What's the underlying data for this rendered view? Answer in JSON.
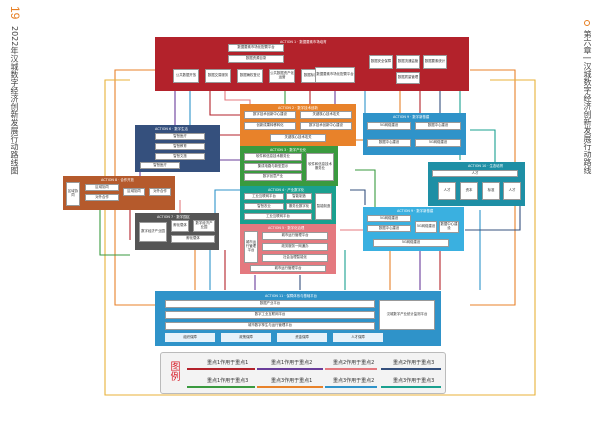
{
  "page": {
    "left_spine": "2022年汉城数字经济创新发展行动路线图",
    "page_number": "19",
    "right_spine": "第六章 | 汉城数字经济创新发展行动路线",
    "page_number_color": "#e67e22"
  },
  "colors": {
    "red": "#b3222b",
    "orange": "#e8822a",
    "green": "#3a9a3f",
    "teal": "#1aa08f",
    "pink": "#e4797f",
    "navy": "#35507d",
    "gray": "#555555",
    "blue": "#2f93c9",
    "ltblue": "#3ab0e0",
    "tan": "#b55a2c",
    "purple": "#6a3d9a"
  },
  "boxes": {
    "red_header": "ACTION 1 · 数据要素市场培育",
    "red_center_box": "数据要素市场化配置平台",
    "red_bottom_boxes": [
      "数据资源目录",
      "公共数据开放",
      "数据交易服务",
      "数据确权登记",
      "公共数据资产化运营",
      "数据标注产业"
    ],
    "red_right_boxes": [
      "数据安全保障",
      "数据流通监管",
      "数据要素统计",
      "数据质量管理"
    ],
    "orange_header": "ACTION 2 · 数字技术创新",
    "orange_rows": [
      "数字技术创新中心建设",
      "关键核心技术攻关",
      "创新成果转移转化"
    ],
    "green_header": "ACTION 3 · 数字产业化",
    "green_rows": [
      "软件和信息技术服务业",
      "集成电路与新型显示",
      "数字创意产业"
    ],
    "teal_header": "ACTION 4 · 产业数字化",
    "teal_rows": [
      "工业互联网平台",
      "智能制造",
      "智慧农业",
      "服务业数字化"
    ],
    "pink_header": "ACTION 5 · 数字化治理",
    "pink_rows": [
      "城市运行管理平台",
      "政务服务一网通办",
      "社会治理智能化"
    ],
    "navy_header": "ACTION 6 · 数字生活",
    "navy_rows": [
      "智慧医疗",
      "智慧教育",
      "智慧文旅"
    ],
    "gray_header": "ACTION 7 · 数字园区",
    "gray_rows": [
      "数字经济产业园",
      "孵化载体"
    ],
    "tan_header": "ACTION 8 · 合作开放",
    "tan_rows": [
      "区域协同",
      "对外合作"
    ],
    "blue_right_header": "ACTION 9 · 数字新基建",
    "blue_right_rows": [
      "5G网络建设",
      "数据中心建设"
    ],
    "teal_right_header": "ACTION 10 · 生态培育",
    "teal_right_rows": [
      "人才",
      "资本",
      "标准"
    ],
    "bottom_header": "ACTION 11 · 保障体系与基础平台",
    "bottom_rows": [
      "数据产业平台",
      "数字工业互联网平台",
      "城市数字孪生与运行管理平台"
    ],
    "bottom_right_box": "汉城数字产业统计监测平台",
    "bottom_small_boxes": [
      "组织保障",
      "政策保障",
      "资金保障",
      "人才保障"
    ]
  },
  "legend": {
    "title": "图例",
    "items": [
      {
        "label": "重点1作用于重点1",
        "color": "#b3222b"
      },
      {
        "label": "重点1作用于重点2",
        "color": "#6a3d9a"
      },
      {
        "label": "重点2作用于重点2",
        "color": "#e4797f"
      },
      {
        "label": "重点2作用于重点3",
        "color": "#35507d"
      },
      {
        "label": "重点1作用于重点3",
        "color": "#3a9a3f"
      },
      {
        "label": "重点3作用于重点1",
        "color": "#e8822a"
      },
      {
        "label": "重点3作用于重点2",
        "color": "#2f93c9"
      },
      {
        "label": "重点3作用于重点3",
        "color": "#1aa08f"
      }
    ]
  }
}
